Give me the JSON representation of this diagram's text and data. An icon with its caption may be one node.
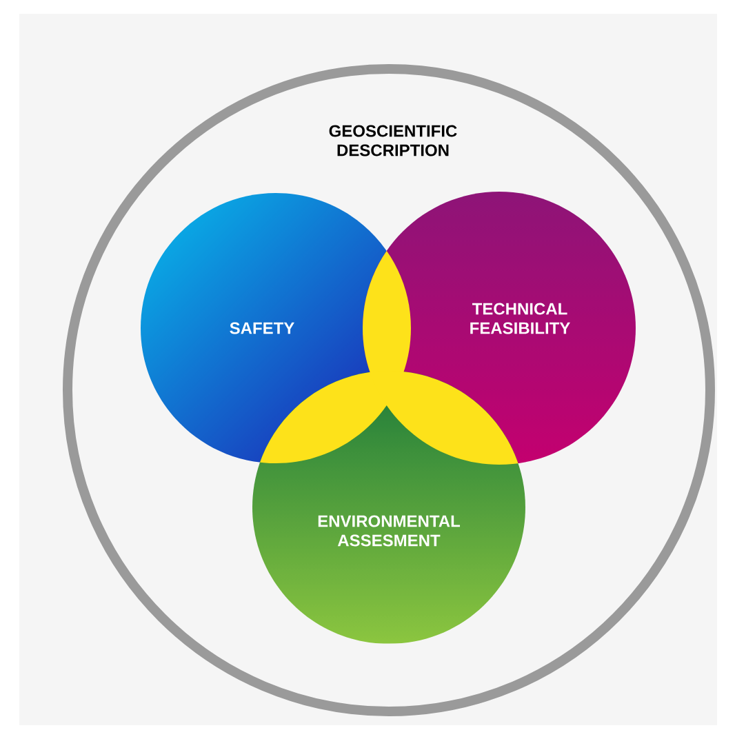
{
  "diagram": {
    "nodes": [
      {
        "text": [
          "GEOSCIENTIFIC DESCRIPTION"
        ]
      },
      {
        "text": [
          "SAFETY"
        ],
        "in": 0
      },
      {
        "text": [
          "TECHNICAL FEASIBILITY"
        ],
        "in": 0
      },
      {
        "text": [
          "ENVIRONMENTAL ASSESMENT"
        ],
        "in": 0
      }
    ]
  }
}
